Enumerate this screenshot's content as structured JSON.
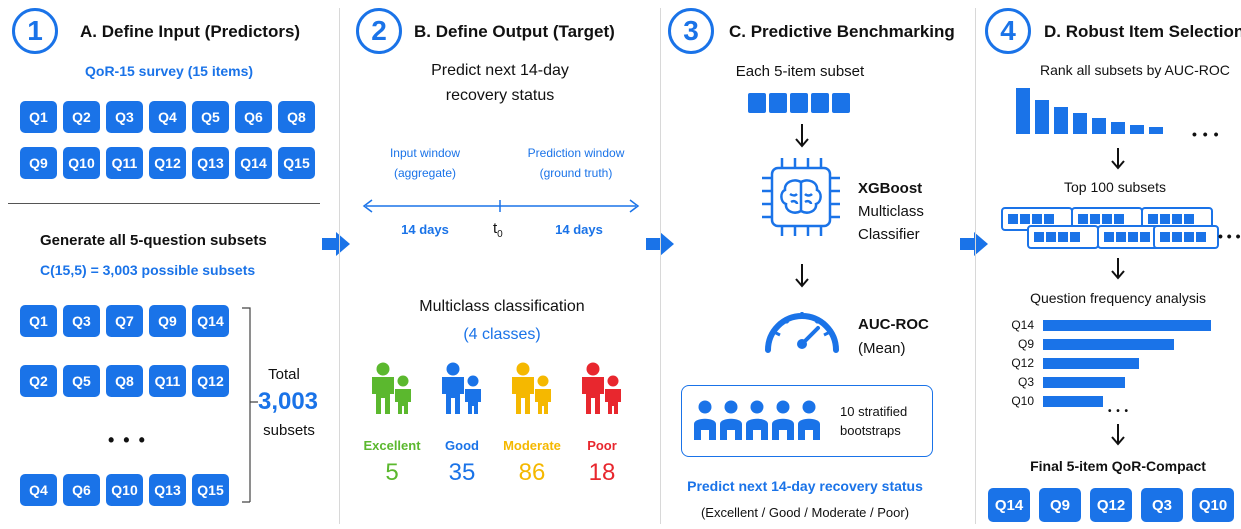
{
  "panelA": {
    "number": "1",
    "title": "A. Define Input (Predictors)",
    "survey_label": "QoR-15 survey (15 items)",
    "items_row1": [
      "Q1",
      "Q2",
      "Q3",
      "Q4",
      "Q5",
      "Q6",
      "Q8"
    ],
    "items_row2": [
      "Q9",
      "Q10",
      "Q11",
      "Q12",
      "Q13",
      "Q14",
      "Q15"
    ],
    "generate_label": "Generate all 5-question subsets",
    "combination_label": "C(15,5) = 3,003 possible subsets",
    "subset_rows": [
      [
        "Q1",
        "Q3",
        "Q7",
        "Q9",
        "Q14"
      ],
      [
        "Q2",
        "Q5",
        "Q8",
        "Q11",
        "Q12"
      ],
      [
        "Q4",
        "Q6",
        "Q10",
        "Q13",
        "Q15"
      ]
    ],
    "ellipsis": "• • •",
    "total_label": "Total",
    "total_value": "3,003",
    "total_unit": "subsets"
  },
  "panelB": {
    "number": "2",
    "title": "B. Define Output (Target)",
    "predict_line1": "Predict next 14-day",
    "predict_line2": "recovery status",
    "input_window_l1": "Input window",
    "input_window_l2": "(aggregate)",
    "prediction_window_l1": "Prediction window",
    "prediction_window_l2": "(ground truth)",
    "left_days": "14 days",
    "t0": "t",
    "t0_sub": "0",
    "right_days": "14 days",
    "classification_label": "Multiclass classification",
    "classes_label": "(4 classes)",
    "classes": [
      {
        "name": "Excellent",
        "count": "5",
        "color": "#5bb82e"
      },
      {
        "name": "Good",
        "count": "35",
        "color": "#1a73e8"
      },
      {
        "name": "Moderate",
        "count": "86",
        "color": "#f5b800"
      },
      {
        "name": "Poor",
        "count": "18",
        "color": "#e8272e"
      }
    ]
  },
  "panelC": {
    "number": "3",
    "title": "C. Predictive Benchmarking",
    "subset_label": "Each 5-item subset",
    "model_name": "XGBoost",
    "model_l2": "Multiclass",
    "model_l3": "Classifier",
    "metric": "AUC-ROC",
    "metric_sub": "(Mean)",
    "bootstrap_l1": "10 stratified",
    "bootstrap_l2": "bootstraps",
    "predict_label": "Predict next 14-day recovery status",
    "classes_list": "(Excellent / Good / Moderate / Poor)"
  },
  "panelD": {
    "number": "4",
    "title": "D. Robust Item Selection",
    "rank_label": "Rank all subsets by AUC-ROC",
    "dots": "• • •",
    "top_label": "Top 100 subsets",
    "freq_label": "Question frequency analysis",
    "freq_items": [
      {
        "q": "Q14",
        "value": 1.0
      },
      {
        "q": "Q9",
        "value": 0.78
      },
      {
        "q": "Q12",
        "value": 0.57
      },
      {
        "q": "Q3",
        "value": 0.49
      },
      {
        "q": "Q10",
        "value": 0.36
      }
    ],
    "freq_ellipsis": "• • •",
    "final_label": "Final 5-item QoR-Compact",
    "final_items": [
      "Q14",
      "Q9",
      "Q12",
      "Q3",
      "Q10"
    ]
  },
  "colors": {
    "accent": "#1a73e8",
    "separator": "#d8d8d8"
  }
}
